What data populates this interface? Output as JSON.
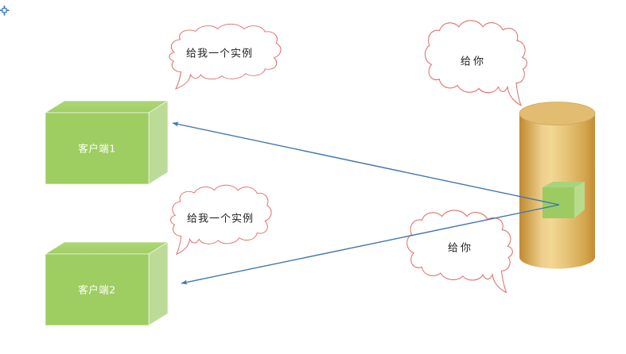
{
  "scene": {
    "clients": [
      {
        "label": "客户端1"
      },
      {
        "label": "客户端2"
      }
    ],
    "request_bubbles": [
      {
        "text": "给我一个实例"
      },
      {
        "text": "给我一个实例"
      }
    ],
    "response_bubbles": [
      {
        "text": "给你"
      },
      {
        "text": "给你"
      }
    ]
  },
  "colors": {
    "box_front": "#9ecd61",
    "box_top": "#a6d26c",
    "box_side": "#bcdb97",
    "cube_front": "#9ccb62",
    "cube_top": "#a8d37d",
    "cube_side": "#b8dc8c",
    "cloud_stroke": "#e07070",
    "cloud_fill": "#ffffff",
    "arrow": "#3e76ad",
    "cylinder_light": "#f2d795",
    "cylinder_dark": "#c6943c",
    "cylinder_top": "#e2bc70",
    "text_dark": "#202020",
    "text_light": "#ffffff",
    "cursor": "#3f7ec8",
    "background": "#ffffff"
  }
}
